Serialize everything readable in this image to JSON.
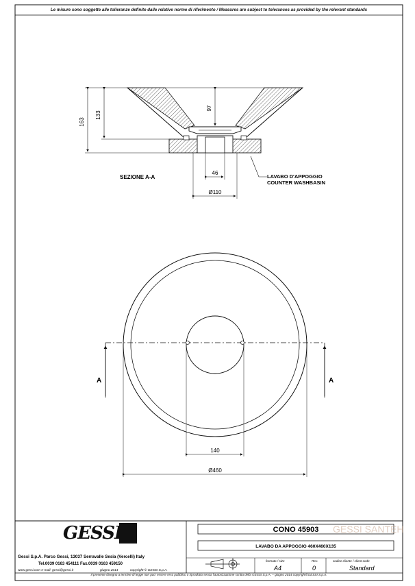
{
  "header": {
    "notice": "Le misure sono soggette alle tolleranze definite dalle relative norme di riferimento / Measures are subject to tolerances as provided by the relevant standards"
  },
  "section_view": {
    "section_label": "SEZIONE A-A",
    "callout_line1": "LAVABO D'APPOGGIO",
    "callout_line2": "COUNTER WASHBASIN",
    "dim_height_total": "163",
    "dim_height_bowl": "133",
    "dim_depth": "97",
    "dim_drain": "46",
    "dim_base_dia": "Ø110"
  },
  "plan_view": {
    "arrow_left": "A",
    "arrow_right": "A",
    "dim_hole": "140",
    "dim_outer_dia": "Ø460"
  },
  "title_block": {
    "company": "Gessi S.p.A. Parco Gessi, 13037 Serravalle Sesia (Vercelli) Italy",
    "phone": "Tel.0039 0163 454111 Fax.0039 0163 459150",
    "web": "www.gessi.com e-mail: gessi@gessi.it",
    "date": "giugno 2014",
    "copyright": "copyright © GESSI S.p.A.",
    "logo_text": "GESSI",
    "product_code": "CONO 45903",
    "description": "LAVABO DA APPOGGIO 460X460X135",
    "format_label": "formato / size",
    "format_value": "A4",
    "rev_label": "Rev.",
    "rev_value": "0",
    "client_code_label": "codice cliente / client code",
    "client_code_value": "Standard",
    "watermark": "GESSI SANTEH"
  },
  "footer": {
    "legal": "Il presente disegno a termine di legge non puo' essere reso pubblico o riprodotto senza l'autorizzazione scritta della GESSI S.p.A. – giugno 2014 copyright©GESSI S.p.A."
  }
}
